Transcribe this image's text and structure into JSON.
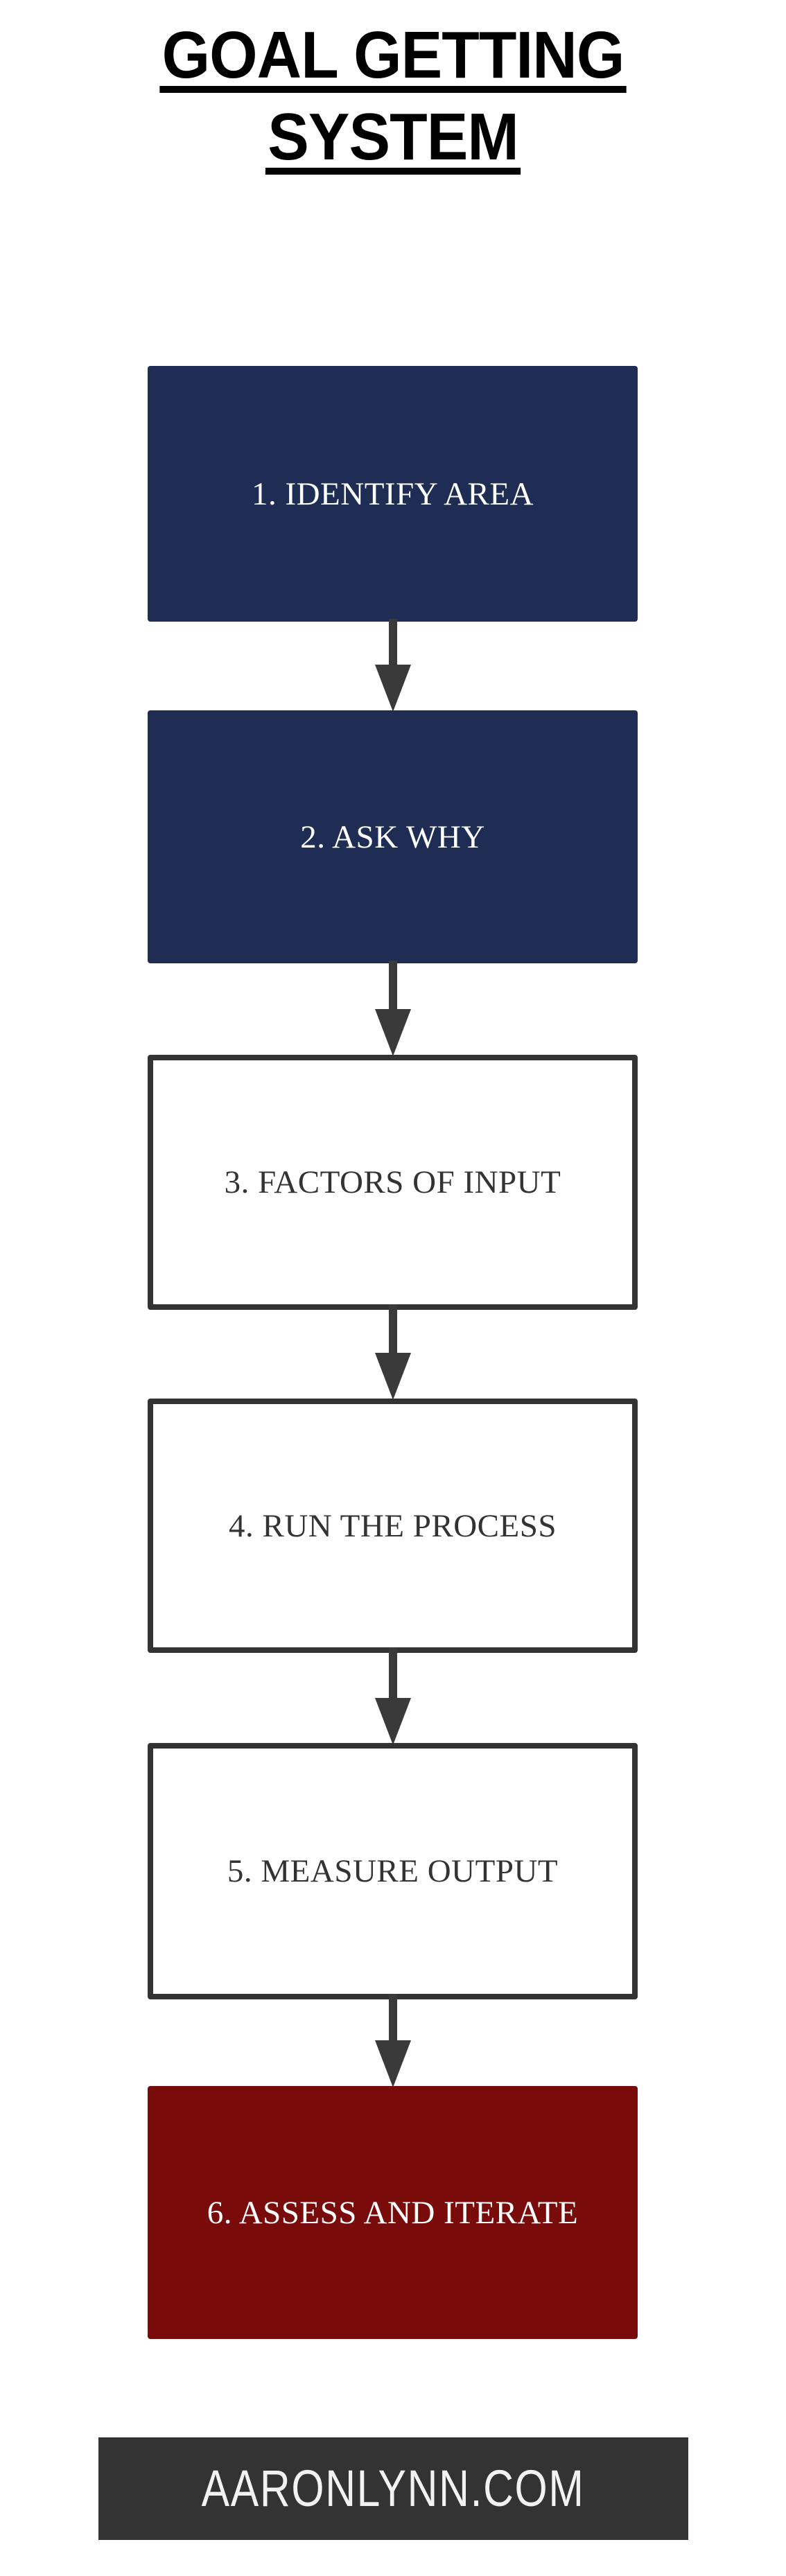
{
  "title": {
    "line1": "GOAL GETTING",
    "line2": "SYSTEM"
  },
  "flow": {
    "nodes": [
      {
        "id": 1,
        "label": "1. IDENTIFY AREA",
        "style": "filled-navy"
      },
      {
        "id": 2,
        "label": "2. ASK WHY",
        "style": "filled-navy"
      },
      {
        "id": 3,
        "label": "3. FACTORS OF INPUT",
        "style": "outlined"
      },
      {
        "id": 4,
        "label": "4. RUN THE PROCESS",
        "style": "outlined"
      },
      {
        "id": 5,
        "label": "5. MEASURE OUTPUT",
        "style": "outlined"
      },
      {
        "id": 6,
        "label": "6. ASSESS AND ITERATE",
        "style": "filled-red"
      }
    ],
    "connectors": [
      {
        "from": 1,
        "to": 2,
        "direction": "down"
      },
      {
        "from": 2,
        "to": 3,
        "direction": "down"
      },
      {
        "from": 3,
        "to": 4,
        "direction": "down"
      },
      {
        "from": 4,
        "to": 5,
        "direction": "down"
      },
      {
        "from": 5,
        "to": 6,
        "direction": "down"
      }
    ]
  },
  "footer": {
    "text": "AARONLYNN.COM"
  },
  "colors": {
    "navy": "#1f2d54",
    "dark_red": "#7a0b0b",
    "outline_gray": "#333333",
    "arrow_gray": "#3a3a3a",
    "footer_bg": "#333333",
    "footer_text": "#f2f2f2",
    "page_bg": "#ffffff",
    "title_text": "#000000"
  }
}
